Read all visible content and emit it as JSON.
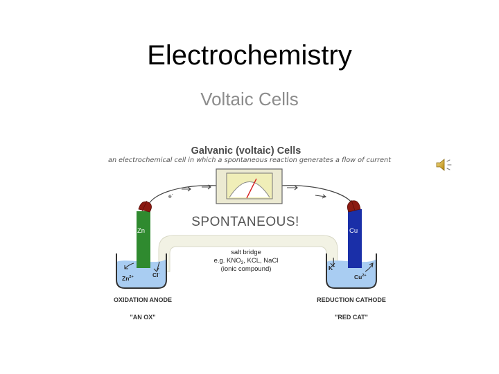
{
  "slide": {
    "title": "Electrochemistry",
    "subtitle": "Voltaic Cells"
  },
  "audio": {
    "icon": "speaker-icon"
  },
  "diagram": {
    "heading": "Galvanic (voltaic) Cells",
    "caption": "an electrochemical cell in which a spontaneous reaction generates a flow of current",
    "spontaneous": "SPONTANEOUS!",
    "electron": "e",
    "electron_sup": "-",
    "anode": {
      "metal": "Zn",
      "ion": "Zn",
      "ion_sup": "2+",
      "counter_ion": "Cl",
      "counter_ion_sup": "-",
      "label": "OXIDATION ANODE",
      "mnemonic": "\"AN OX\""
    },
    "cathode": {
      "metal": "Cu",
      "ion": "Cu",
      "ion_sup": "2+",
      "counter_ion": "K",
      "counter_ion_sup": "+",
      "label": "REDUCTION CATHODE",
      "mnemonic": "\"RED CAT\""
    },
    "salt_bridge": {
      "line1": "salt bridge",
      "line2_pre": "e.g. KNO",
      "line2_sub": "3",
      "line2_post": ", KCL, NaCl",
      "line3": "(ionic compound)"
    },
    "colors": {
      "zinc": "#2f8a2f",
      "copper": "#1a2fa8",
      "solution": "#a9cdf2",
      "clip": "#8b1a12",
      "bridge": "#f2f2e4",
      "meter_face": "#f0eeb8",
      "needle": "#d42020"
    }
  }
}
